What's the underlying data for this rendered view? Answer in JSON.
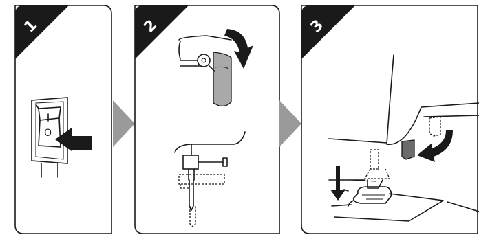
{
  "steps": [
    {
      "number": "1"
    },
    {
      "number": "2"
    },
    {
      "number": "3"
    }
  ],
  "switch_symbol": "O",
  "colors": {
    "badge": "#1a1a1a",
    "connector_arrow": "#9a9a9a",
    "line": "#1a1a1a",
    "knob": "#a9a9a9"
  },
  "icons": [
    "power-switch-icon",
    "push-arrow-icon",
    "handwheel-knob-icon",
    "rotate-arrow-icon",
    "needle-clamp-icon",
    "presser-foot-lever-icon",
    "down-arrow-icon",
    "presser-foot-icon"
  ]
}
